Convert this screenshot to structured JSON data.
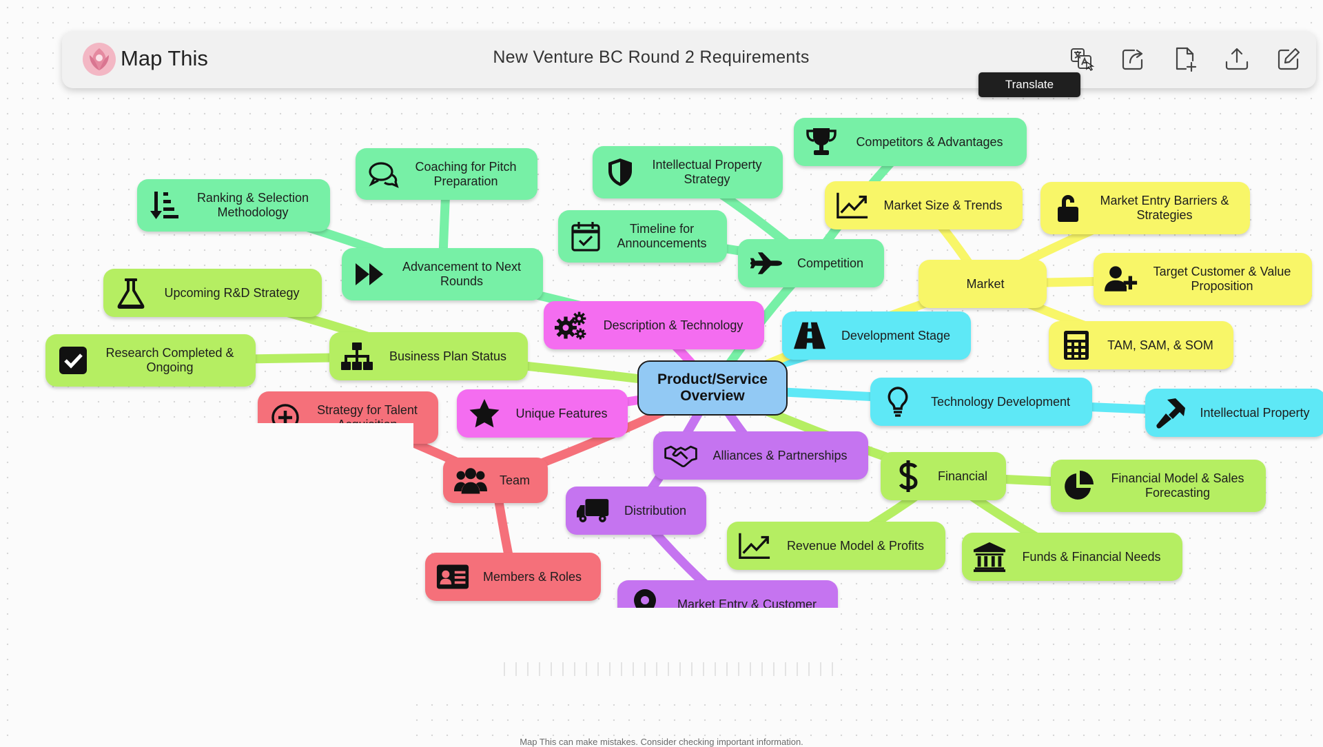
{
  "app": {
    "name": "Map This",
    "title": "New Venture BC Round 2 Requirements"
  },
  "tooltip": {
    "translate": "Translate"
  },
  "toolbar": {
    "icons": [
      "translate-icon",
      "share-icon",
      "new-file-icon",
      "upload-icon",
      "edit-icon"
    ]
  },
  "colors": {
    "green": "#a6f178",
    "yellow": "#f8f668",
    "cyan": "#5ee8f6",
    "pink": "#f46df0",
    "red": "#f5707a",
    "purple": "#c574f0",
    "mint": "#77f0a6",
    "lime": "#b5ee62",
    "center": "#92c9f4"
  },
  "center": {
    "label": "Product/Service Overview"
  },
  "nodes": [
    {
      "id": "coaching",
      "label": "Coaching for Pitch Preparation",
      "icon": "chat-bubbles-icon",
      "color": "mint"
    },
    {
      "id": "ranking",
      "label": "Ranking & Selection Methodology",
      "icon": "sort-list-icon",
      "color": "mint"
    },
    {
      "id": "advancement",
      "label": "Advancement to Next Rounds",
      "icon": "fast-forward-icon",
      "color": "mint"
    },
    {
      "id": "ip-strategy",
      "label": "Intellectual Property Strategy",
      "icon": "shield-icon",
      "color": "mint"
    },
    {
      "id": "timeline",
      "label": "Timeline for Announcements",
      "icon": "calendar-check-icon",
      "color": "mint"
    },
    {
      "id": "competitors",
      "label": "Competitors & Advantages",
      "icon": "trophy-icon",
      "color": "mint"
    },
    {
      "id": "competition",
      "label": "Competition",
      "icon": "airplane-icon",
      "color": "mint"
    },
    {
      "id": "market-size",
      "label": "Market Size & Trends",
      "icon": "trend-chart-icon",
      "color": "yellow"
    },
    {
      "id": "market-barriers",
      "label": "Market Entry Barriers & Strategies",
      "icon": "unlock-icon",
      "color": "yellow"
    },
    {
      "id": "market",
      "label": "Market",
      "icon": "",
      "color": "yellow"
    },
    {
      "id": "target-customer",
      "label": "Target Customer & Value Proposition",
      "icon": "user-plus-icon",
      "color": "yellow"
    },
    {
      "id": "tam",
      "label": "TAM, SAM, & SOM",
      "icon": "calculator-icon",
      "color": "yellow"
    },
    {
      "id": "rd-strategy",
      "label": "Upcoming R&D Strategy",
      "icon": "flask-icon",
      "color": "lime"
    },
    {
      "id": "research",
      "label": "Research Completed & Ongoing",
      "icon": "checkbox-icon",
      "color": "lime"
    },
    {
      "id": "business-plan",
      "label": "Business Plan Status",
      "icon": "org-chart-icon",
      "color": "lime"
    },
    {
      "id": "description",
      "label": "Description & Technology",
      "icon": "gears-icon",
      "color": "pink"
    },
    {
      "id": "unique",
      "label": "Unique Features",
      "icon": "star-icon",
      "color": "pink"
    },
    {
      "id": "dev-stage",
      "label": "Development Stage",
      "icon": "road-icon",
      "color": "cyan"
    },
    {
      "id": "tech-dev",
      "label": "Technology Development",
      "icon": "lightbulb-icon",
      "color": "cyan"
    },
    {
      "id": "ip",
      "label": "Intellectual Property",
      "icon": "gavel-icon",
      "color": "cyan"
    },
    {
      "id": "talent",
      "label": "Strategy for Talent Acquisition",
      "icon": "plus-circle-icon",
      "color": "red"
    },
    {
      "id": "team",
      "label": "Team",
      "icon": "users-icon",
      "color": "red"
    },
    {
      "id": "members",
      "label": "Members & Roles",
      "icon": "id-card-icon",
      "color": "red"
    },
    {
      "id": "alliances",
      "label": "Alliances & Partnerships",
      "icon": "handshake-icon",
      "color": "purple"
    },
    {
      "id": "distribution",
      "label": "Distribution",
      "icon": "truck-icon",
      "color": "purple"
    },
    {
      "id": "market-entry",
      "label": "Market Entry & Customer",
      "icon": "location-pin-icon",
      "color": "purple"
    },
    {
      "id": "financial",
      "label": "Financial",
      "icon": "dollar-icon",
      "color": "lime"
    },
    {
      "id": "fin-model",
      "label": "Financial Model & Sales Forecasting",
      "icon": "pie-chart-icon",
      "color": "lime"
    },
    {
      "id": "revenue",
      "label": "Revenue Model & Profits",
      "icon": "trend-chart-icon",
      "color": "lime"
    },
    {
      "id": "funds",
      "label": "Funds & Financial Needs",
      "icon": "bank-icon",
      "color": "lime"
    }
  ],
  "footer": {
    "text": "Map This can make mistakes. Consider checking important information."
  }
}
